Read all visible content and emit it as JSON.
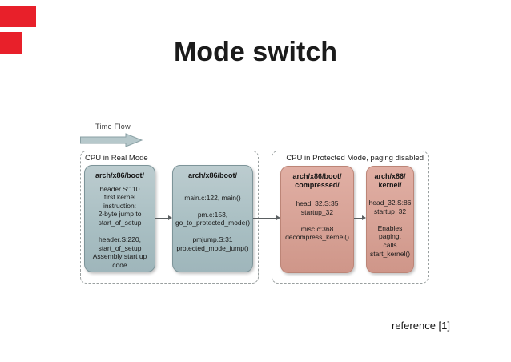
{
  "slide": {
    "title": "Mode switch",
    "reference": "reference [1]"
  },
  "timeline": {
    "label": "Time Flow"
  },
  "groups": [
    {
      "label": "CPU in Real Mode",
      "boxes": [
        {
          "title": [
            "arch/x86/boot/"
          ],
          "lines": [
            "header.S:110",
            "first kernel",
            "instruction:",
            "2-byte jump to",
            "start_of_setup",
            "",
            "header.S:220,",
            "start_of_setup",
            "Assembly start up",
            "code"
          ]
        },
        {
          "title": [
            "arch/x86/boot/"
          ],
          "lines": [
            "main.c:122, main()",
            "",
            "pm.c:153,",
            "go_to_protected_mode()",
            "",
            "pmjump.S:31",
            "protected_mode_jump()"
          ]
        }
      ]
    },
    {
      "label": "CPU in Protected Mode, paging disabled",
      "boxes": [
        {
          "title": [
            "arch/x86/boot/",
            "compressed/"
          ],
          "lines": [
            "head_32.S:35",
            "startup_32",
            "",
            "misc.c:368",
            "decompress_kernel()"
          ]
        },
        {
          "title": [
            "arch/x86/",
            "kernel/"
          ],
          "lines": [
            "head_32.S:86",
            "startup_32",
            "",
            "Enables",
            "paging,",
            "calls",
            "start_kernel()"
          ]
        }
      ]
    }
  ],
  "colors": {
    "accent_red": "#E8202A",
    "teal_box_fill": "#A9BFC3",
    "teal_box_border": "#7D9499",
    "pink_box_fill": "#D7A296",
    "pink_box_border": "#BC8577",
    "timeflow_arrow_fill": "#B6C8CB",
    "timeflow_arrow_border": "#8BA1A5",
    "connector_gray": "#5A5F61",
    "dashed_border_gray": "#9AA0A0"
  }
}
